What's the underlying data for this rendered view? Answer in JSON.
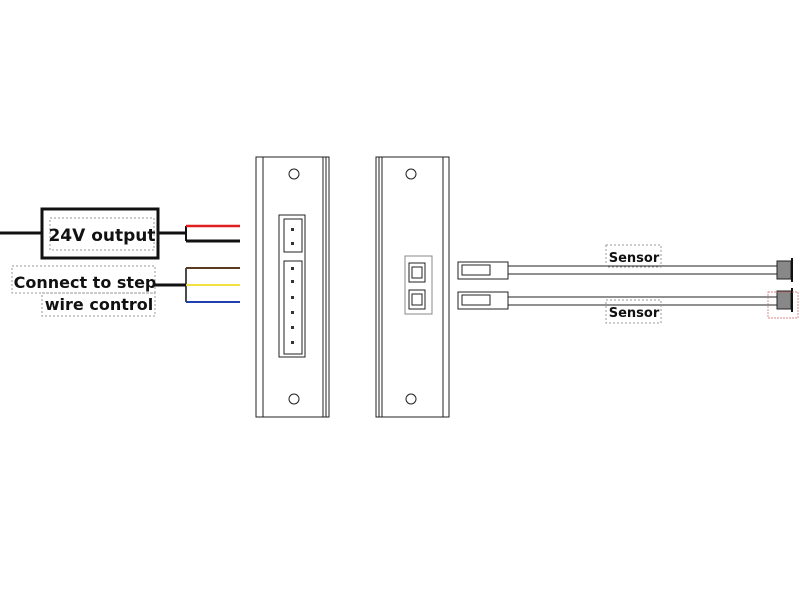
{
  "labels": {
    "power_output": "24V output",
    "step_control_line1": "Connect to step",
    "step_control_line2": "wire control",
    "sensor_top": "Sensor",
    "sensor_bottom": "Sensor"
  },
  "wire_colors": {
    "positive": "#e02020",
    "negative": "#111111",
    "brown": "#5a3a20",
    "yellow": "#f0e040",
    "blue": "#2040b0"
  }
}
